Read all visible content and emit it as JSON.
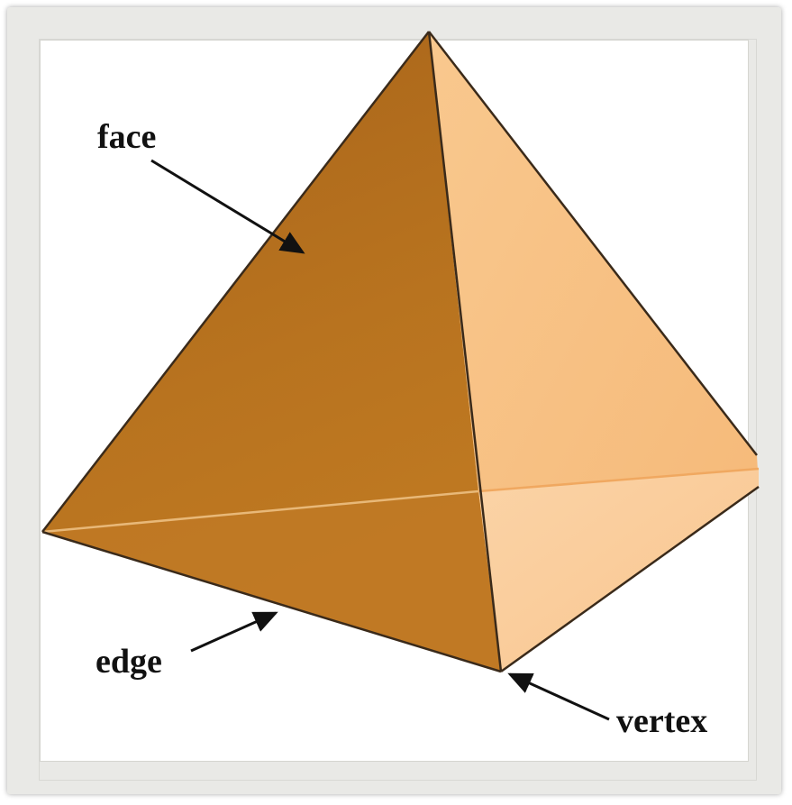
{
  "labels": {
    "face": "face",
    "edge": "edge",
    "vertex": "vertex"
  },
  "colors": {
    "frame": "#e9e9e6",
    "front_face": "#b8731f",
    "right_face": "#f7c38a",
    "bottom_right": "#fbd1a2",
    "edge_line": "#3a2a1a",
    "hidden_edge": "#e8b070"
  }
}
